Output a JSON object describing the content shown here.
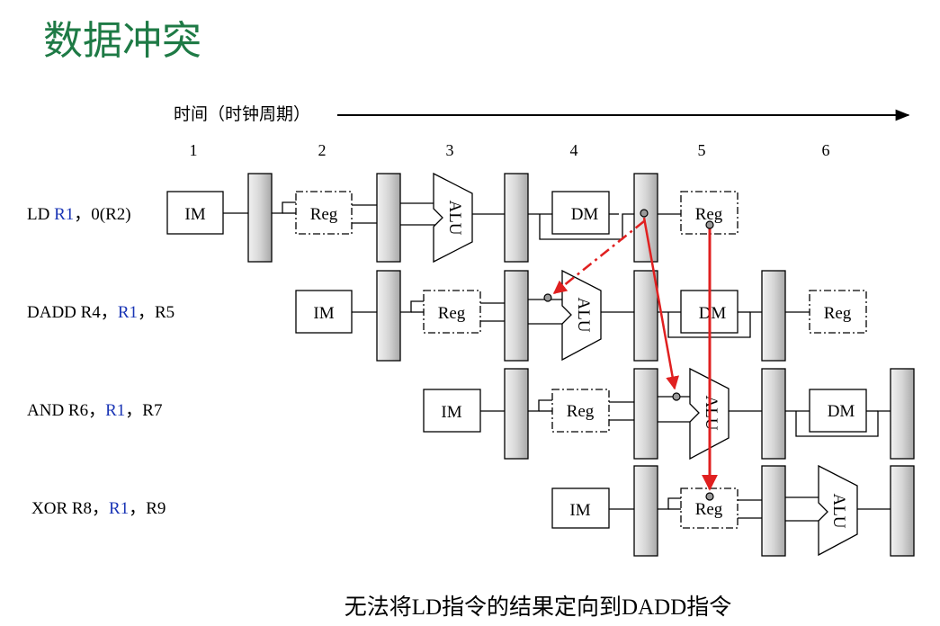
{
  "slide": {
    "title": "数据冲突",
    "time_axis_label": "时间（时钟周期）",
    "cycles": [
      "1",
      "2",
      "3",
      "4",
      "5",
      "6"
    ],
    "caption": "无法将LD指令的结果定向到DADD指令"
  },
  "instructions": [
    {
      "op": "LD ",
      "reg": "R1",
      "rest": "，0(R2)"
    },
    {
      "op": "DADD R4，",
      "reg": "R1",
      "rest": "，R5"
    },
    {
      "op": "AND R6，",
      "reg": "R1",
      "rest": "，R7"
    },
    {
      "op": "XOR R8，",
      "reg": "R1",
      "rest": "，R9"
    }
  ],
  "stage_labels": {
    "im": "IM",
    "reg": "Reg",
    "alu": "ALU",
    "dm": "DM"
  },
  "colors": {
    "title": "#1e7a45",
    "register_highlight": "#1a35b5",
    "forwarding_arrow": "#e02020",
    "pipeline_latch": "#c8c8c8"
  }
}
